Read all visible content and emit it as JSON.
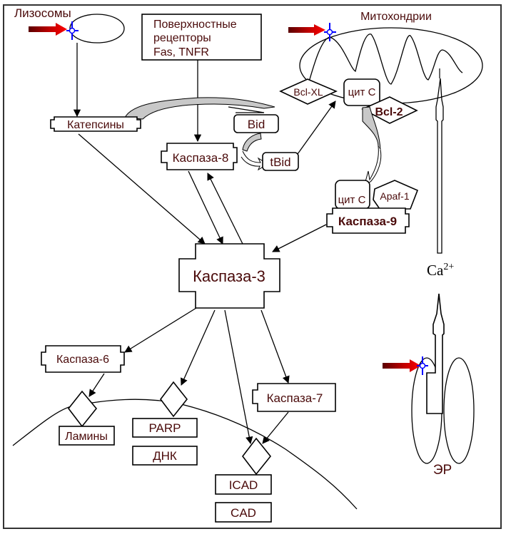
{
  "diagram": {
    "title": "Apoptosis pathways: caspase cascade",
    "organelles": {
      "lysosomes": "Лизосомы",
      "mitochondria": "Митохондрии",
      "er": "ЭР"
    },
    "receptors": {
      "line1": "Поверхностные",
      "line2": "рецепторы",
      "line3": "Fas, TNFR"
    },
    "nodes": {
      "cathepsins": "Катепсины",
      "bid": "Bid",
      "tbid": "tBid",
      "caspase8": "Каспаза-8",
      "bclxl": "Bcl-XL",
      "cytc_mito": "цит C",
      "bcl2": "Bcl-2",
      "cytc_apop": "цит C",
      "apaf1": "Apaf-1",
      "caspase9": "Каспаза-9",
      "caspase3": "Каспаза-3",
      "caspase6": "Каспаза-6",
      "caspase7": "Каспаза-7",
      "lamins": "Ламины",
      "parp": "PARP",
      "dna": "ДНК",
      "icad": "ICAD",
      "cad": "CAD"
    },
    "ion": {
      "base": "Ca",
      "charge": "2+"
    },
    "colors": {
      "label_text": "#4a0a0a",
      "stimulus_arrow": "#e00000",
      "stimulus_arrow_dark": "#6a0000",
      "damage_marker": "#0000ff",
      "flow_fill": "#c8c8c8"
    }
  }
}
